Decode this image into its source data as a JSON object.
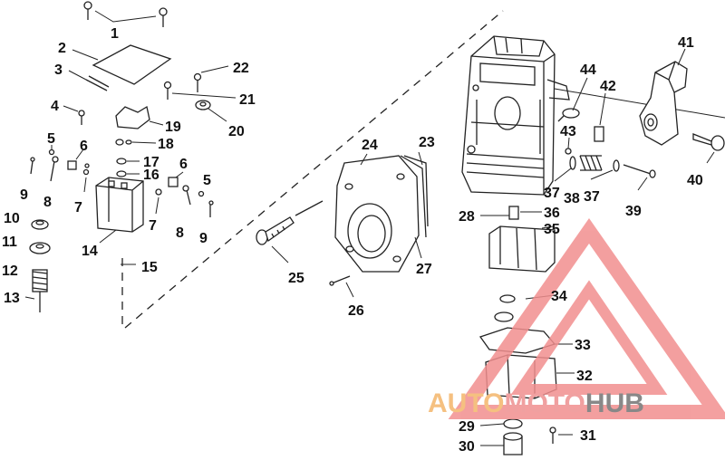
{
  "diagram": {
    "callouts": [
      {
        "id": "c1",
        "text": "1"
      },
      {
        "id": "c2",
        "text": "2"
      },
      {
        "id": "c3",
        "text": "3"
      },
      {
        "id": "c4",
        "text": "4"
      },
      {
        "id": "c5a",
        "text": "5"
      },
      {
        "id": "c5b",
        "text": "5"
      },
      {
        "id": "c6a",
        "text": "6"
      },
      {
        "id": "c6b",
        "text": "6"
      },
      {
        "id": "c7a",
        "text": "7"
      },
      {
        "id": "c7b",
        "text": "7"
      },
      {
        "id": "c8a",
        "text": "8"
      },
      {
        "id": "c8b",
        "text": "8"
      },
      {
        "id": "c9a",
        "text": "9"
      },
      {
        "id": "c9b",
        "text": "9"
      },
      {
        "id": "c10",
        "text": "10"
      },
      {
        "id": "c11",
        "text": "11"
      },
      {
        "id": "c12",
        "text": "12"
      },
      {
        "id": "c13",
        "text": "13"
      },
      {
        "id": "c14",
        "text": "14"
      },
      {
        "id": "c15",
        "text": "15"
      },
      {
        "id": "c16",
        "text": "16"
      },
      {
        "id": "c17",
        "text": "17"
      },
      {
        "id": "c18",
        "text": "18"
      },
      {
        "id": "c19",
        "text": "19"
      },
      {
        "id": "c20",
        "text": "20"
      },
      {
        "id": "c21",
        "text": "21"
      },
      {
        "id": "c22",
        "text": "22"
      },
      {
        "id": "c23",
        "text": "23"
      },
      {
        "id": "c24",
        "text": "24"
      },
      {
        "id": "c25",
        "text": "25"
      },
      {
        "id": "c26",
        "text": "26"
      },
      {
        "id": "c27",
        "text": "27"
      },
      {
        "id": "c28",
        "text": "28"
      },
      {
        "id": "c29",
        "text": "29"
      },
      {
        "id": "c30",
        "text": "30"
      },
      {
        "id": "c31",
        "text": "31"
      },
      {
        "id": "c32",
        "text": "32"
      },
      {
        "id": "c33",
        "text": "33"
      },
      {
        "id": "c34",
        "text": "34"
      },
      {
        "id": "c35",
        "text": "35"
      },
      {
        "id": "c36",
        "text": "36"
      },
      {
        "id": "c37a",
        "text": "37"
      },
      {
        "id": "c37b",
        "text": "37"
      },
      {
        "id": "c38",
        "text": "38"
      },
      {
        "id": "c39",
        "text": "39"
      },
      {
        "id": "c40",
        "text": "40"
      },
      {
        "id": "c41",
        "text": "41"
      },
      {
        "id": "c42",
        "text": "42"
      },
      {
        "id": "c43",
        "text": "43"
      },
      {
        "id": "c44",
        "text": "44"
      }
    ]
  },
  "watermark": {
    "part1": "AUTO",
    "part2": "MOTO",
    "part3": "HUB",
    "color_primary": "#f0a0a0",
    "color_accent": "#f5c080",
    "color_dark": "#888888"
  }
}
